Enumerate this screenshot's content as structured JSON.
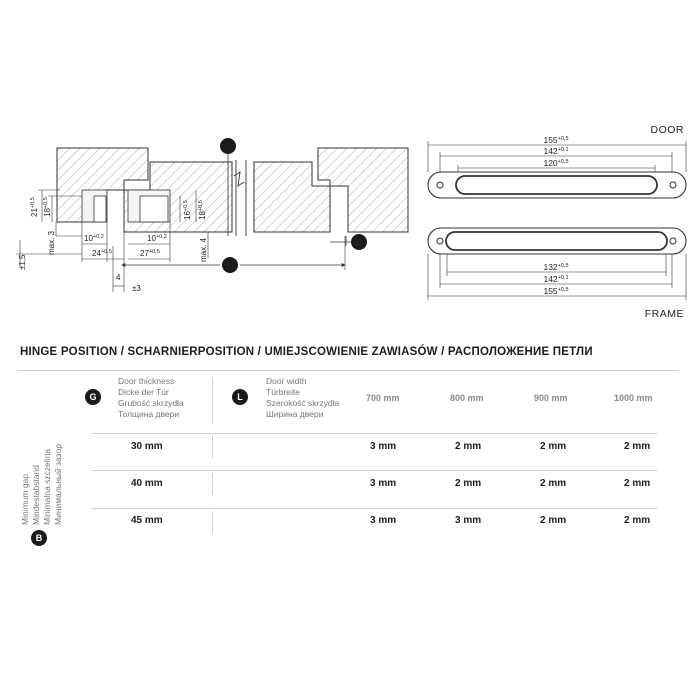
{
  "drawing": {
    "door_label": "DOOR",
    "frame_label": "FRAME",
    "markers": {
      "g": "G",
      "b": "B",
      "l": "L"
    },
    "dims_left": {
      "d21": "21",
      "d21_tol": "+0,5",
      "d18a": "18",
      "d18a_tol": "+0,5",
      "max3": "max. 3",
      "d10a": "10",
      "d10a_tol": "+0,2",
      "d24": "24",
      "d24_tol": "+0,5",
      "pm15": "±1,5",
      "d4": "4",
      "pm3": "±3",
      "d10b": "10",
      "d10b_tol": "+0,2",
      "d27": "27",
      "d27_tol": "+0,5",
      "d16": "16",
      "d16_tol": "+0,5",
      "d18b": "18",
      "d18b_tol": "+0,5",
      "max4": "max. 4"
    },
    "dims_door": {
      "w155": "155",
      "w155_tol": "+0,5",
      "w142": "142",
      "w142_tol": "+0,1",
      "w120": "120",
      "w120_tol": "+0,5"
    },
    "dims_frame": {
      "w132": "132",
      "w132_tol": "+0,5",
      "w142": "142",
      "w142_tol": "+0,1",
      "w155": "155",
      "w155_tol": "+0,5"
    }
  },
  "table": {
    "title": "HINGE POSITION / SCHARNIERPOSITION / UMIEJSCOWIENIE ZAWIASÓW / РАСПОЛОЖЕНИЕ ПЕТЛИ",
    "g_badge": "G",
    "l_badge": "L",
    "b_badge": "B",
    "g_header": [
      "Door thickness",
      "Dicke der Tür",
      "Grubość skrzydła",
      "Толщина двери"
    ],
    "l_header": [
      "Door width",
      "Türbreite",
      "Szerokość skrzydła",
      "Ширина двери"
    ],
    "b_header": [
      "Minimum gap",
      "Mindestabstand",
      "Minimalna szczelina",
      "Минимальный зазор"
    ],
    "columns": [
      "700 mm",
      "800 mm",
      "900 mm",
      "1000 mm"
    ],
    "rows": [
      {
        "thickness": "30 mm",
        "values": [
          "3 mm",
          "2 mm",
          "2 mm",
          "2 mm"
        ]
      },
      {
        "thickness": "40 mm",
        "values": [
          "3 mm",
          "2 mm",
          "2 mm",
          "2 mm"
        ]
      },
      {
        "thickness": "45 mm",
        "values": [
          "3 mm",
          "3 mm",
          "2 mm",
          "2 mm"
        ]
      }
    ]
  }
}
